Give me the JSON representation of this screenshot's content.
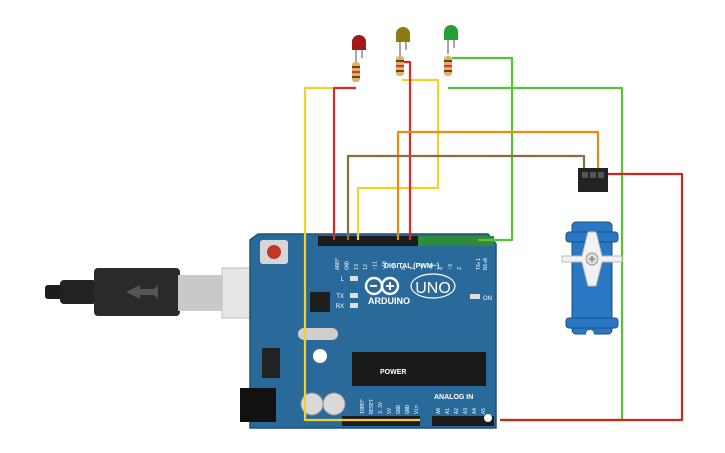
{
  "board": {
    "brand": "ARDUINO",
    "model": "UNO",
    "header_digital": "DIGITAL (PWM~)",
    "header_power": "POWER",
    "header_analog": "ANALOG IN",
    "led_l": "L",
    "led_tx": "TX",
    "led_rx": "RX",
    "led_on": "ON",
    "tx_pin": "TX▸1",
    "rx_pin": "RX◂0",
    "top_pins": [
      "AREF",
      "GND",
      "13",
      "12",
      "~11",
      "~10",
      "~9",
      "8",
      "7",
      "~6",
      "~5",
      "4",
      "~3",
      "2"
    ],
    "power_pins": [
      "IOREF",
      "RESET",
      "3.3V",
      "5V",
      "GND",
      "GND",
      "Vin"
    ],
    "analog_pins": [
      "A0",
      "A1",
      "A2",
      "A3",
      "A4",
      "A5"
    ]
  },
  "components": {
    "leds": [
      {
        "name": "red-led",
        "color": "#a11a18"
      },
      {
        "name": "yellow-led",
        "color": "#8e7a12"
      },
      {
        "name": "green-led",
        "color": "#27a035"
      }
    ],
    "servo_color": "#2a77c4"
  },
  "wires": {
    "red": "#d92b2b",
    "yellow": "#f3d02a",
    "green": "#5cbf3a",
    "orange": "#ec8a16",
    "brown": "#8e6a42",
    "dark_red": "#c8261e"
  }
}
